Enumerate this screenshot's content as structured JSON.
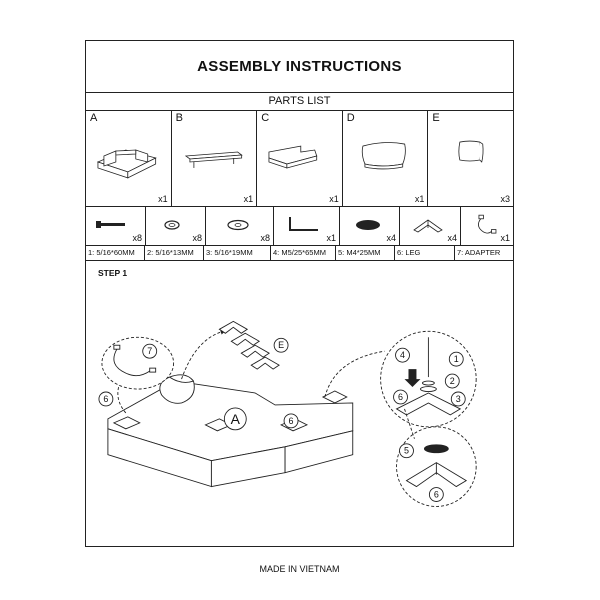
{
  "title": "ASSEMBLY INSTRUCTIONS",
  "parts_list_heading": "PARTS LIST",
  "parts_row1": [
    {
      "letter": "A",
      "qty": "x1",
      "icon": "sofa-base-icon"
    },
    {
      "letter": "B",
      "qty": "x1",
      "icon": "back-rail-icon"
    },
    {
      "letter": "C",
      "qty": "x1",
      "icon": "seat-cushion-icon"
    },
    {
      "letter": "D",
      "qty": "x1",
      "icon": "back-cushion-icon"
    },
    {
      "letter": "E",
      "qty": "x3",
      "icon": "pillow-icon"
    }
  ],
  "parts_row2": [
    {
      "qty": "x8",
      "icon": "bolt-icon"
    },
    {
      "qty": "x8",
      "icon": "spring-washer-icon"
    },
    {
      "qty": "x8",
      "icon": "flat-washer-icon"
    },
    {
      "qty": "x1",
      "icon": "allen-key-icon"
    },
    {
      "qty": "x4",
      "icon": "felt-pad-icon"
    },
    {
      "qty": "x4",
      "icon": "leg-icon"
    },
    {
      "qty": "x1",
      "icon": "adapter-icon"
    }
  ],
  "parts_labels": [
    "1: 5/16*60MM",
    "2: 5/16*13MM",
    "3: 5/16*19MM",
    "4: M5/25*65MM",
    "5: M4*25MM",
    "6: LEG",
    "7: ADAPTER"
  ],
  "step_label": "STEP 1",
  "callouts": {
    "base": "A",
    "legs_stack": "E",
    "adapter": "7",
    "leg_left": "6",
    "leg_front": "6",
    "detail_top": {
      "screw": "4",
      "bolt": "1",
      "washer_small": "2",
      "washer_big": "3",
      "leg": "6"
    },
    "detail_bottom": {
      "pad": "5",
      "leg": "6"
    }
  },
  "footer": "MADE IN VIETNAM",
  "colors": {
    "line": "#222222",
    "background": "#ffffff"
  }
}
